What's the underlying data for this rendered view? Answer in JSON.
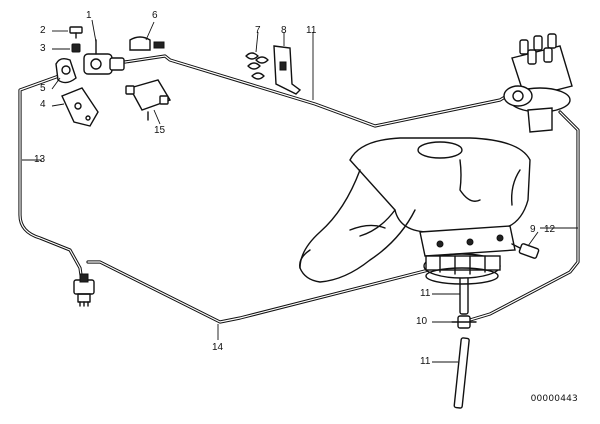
{
  "diagram_id": "00000443",
  "callouts": [
    {
      "id": "c1",
      "text": "1"
    },
    {
      "id": "c2",
      "text": "2"
    },
    {
      "id": "c3",
      "text": "3"
    },
    {
      "id": "c4",
      "text": "4"
    },
    {
      "id": "c5",
      "text": "5"
    },
    {
      "id": "c6",
      "text": "6"
    },
    {
      "id": "c7",
      "text": "7"
    },
    {
      "id": "c8",
      "text": "8"
    },
    {
      "id": "c9",
      "text": "9"
    },
    {
      "id": "c10",
      "text": "10"
    },
    {
      "id": "c11a",
      "text": "11"
    },
    {
      "id": "c11b",
      "text": "11"
    },
    {
      "id": "c11c",
      "text": "11"
    },
    {
      "id": "c12",
      "text": "12"
    },
    {
      "id": "c13",
      "text": "13"
    },
    {
      "id": "c14",
      "text": "14"
    },
    {
      "id": "c15",
      "text": "15"
    }
  ]
}
